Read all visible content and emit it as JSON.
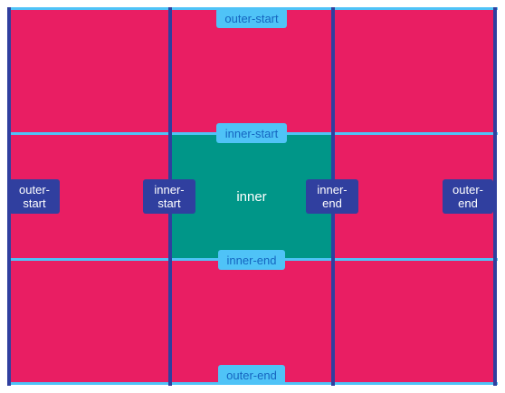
{
  "colors": {
    "cell": "#E91E63",
    "inner_cell": "#009688",
    "row_line": "#4FC3F7",
    "column_line": "#303F9F",
    "row_tag_bg": "#4FC3F7",
    "row_tag_text": "#1565C0",
    "column_tag_bg": "#303F9F",
    "column_tag_text": "#FFFFFF"
  },
  "diagram": {
    "center_label": "inner",
    "row_lines": {
      "outer_start": "outer-start",
      "inner_start": "inner-start",
      "inner_end": "inner-end",
      "outer_end": "outer-end"
    },
    "column_lines": {
      "outer_start": [
        "outer-",
        "start"
      ],
      "inner_start": [
        "inner-",
        "start"
      ],
      "inner_end": [
        "inner-",
        "end"
      ],
      "outer_end": [
        "outer-",
        "end"
      ]
    }
  }
}
